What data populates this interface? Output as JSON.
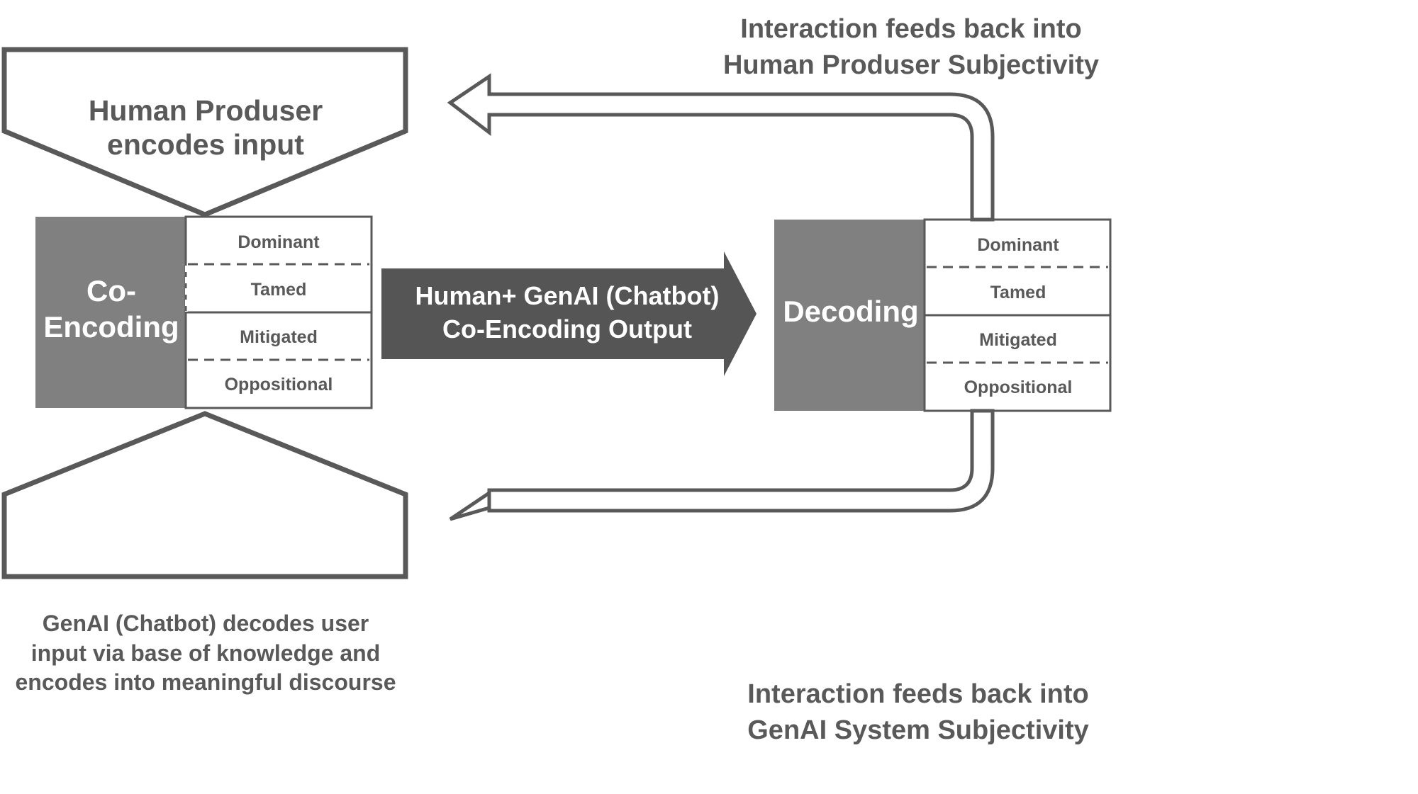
{
  "diagram": {
    "title": "Human Produser / GenAI Co-Encoding and Decoding Model",
    "colors": {
      "block_gray": "#808080",
      "arrow_gray": "#555555",
      "outline_gray": "#595959",
      "text_gray": "#595959",
      "white": "#ffffff",
      "background": "#ffffff"
    }
  },
  "top_pentagon": {
    "label": "Human Produser\nencodes input",
    "shape": "pentagon-down"
  },
  "bottom_pentagon": {
    "label": "GenAI (Chatbot) decodes user\ninput via base of knowledge and\nencodes into meaningful discourse",
    "shape": "pentagon-up"
  },
  "encoding_block": {
    "title": "Co-\nEncoding",
    "rows": [
      {
        "label": "Dominant",
        "divider_below": "dashed"
      },
      {
        "label": "Tamed",
        "divider_below": "solid"
      },
      {
        "label": "Mitigated",
        "divider_below": "dashed"
      },
      {
        "label": "Oppositional",
        "divider_below": "none"
      }
    ]
  },
  "decoding_block": {
    "title": "Decoding",
    "rows": [
      {
        "label": "Dominant",
        "divider_below": "dashed"
      },
      {
        "label": "Tamed",
        "divider_below": "solid"
      },
      {
        "label": "Mitigated",
        "divider_below": "dashed"
      },
      {
        "label": "Oppositional",
        "divider_below": "none"
      }
    ]
  },
  "center_arrow": {
    "label": "Human+ GenAI (Chatbot)\nCo-Encoding Output",
    "direction": "right"
  },
  "feedback_top": {
    "label": "Interaction feeds back into\nHuman Produser Subjectivity",
    "direction": "left"
  },
  "feedback_bottom": {
    "label": "Interaction feeds back into\nGenAI System Subjectivity",
    "direction": "left"
  }
}
